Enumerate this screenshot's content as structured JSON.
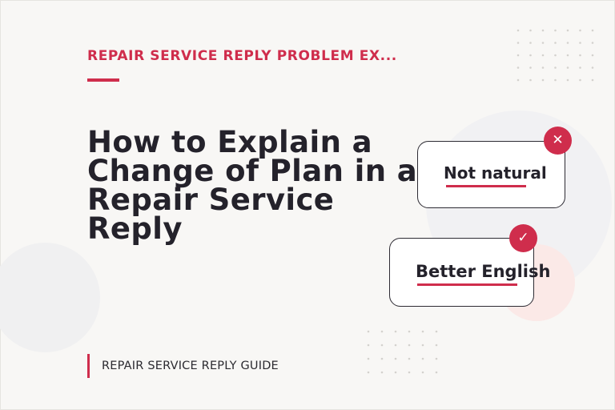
{
  "kicker": "REPAIR SERVICE REPLY PROBLEM EX...",
  "headline": "How to Explain a Change of Plan in a Repair Service Reply",
  "guide_label": "REPAIR SERVICE REPLY GUIDE",
  "cards": {
    "bad": {
      "label": "Not natural",
      "icon": "close-icon",
      "glyph": "✕"
    },
    "good": {
      "label": "Better English",
      "icon": "check-icon",
      "glyph": "✓"
    }
  },
  "colors": {
    "accent": "#cf2d4c",
    "text": "#24222b",
    "background": "#f8f7f5"
  }
}
